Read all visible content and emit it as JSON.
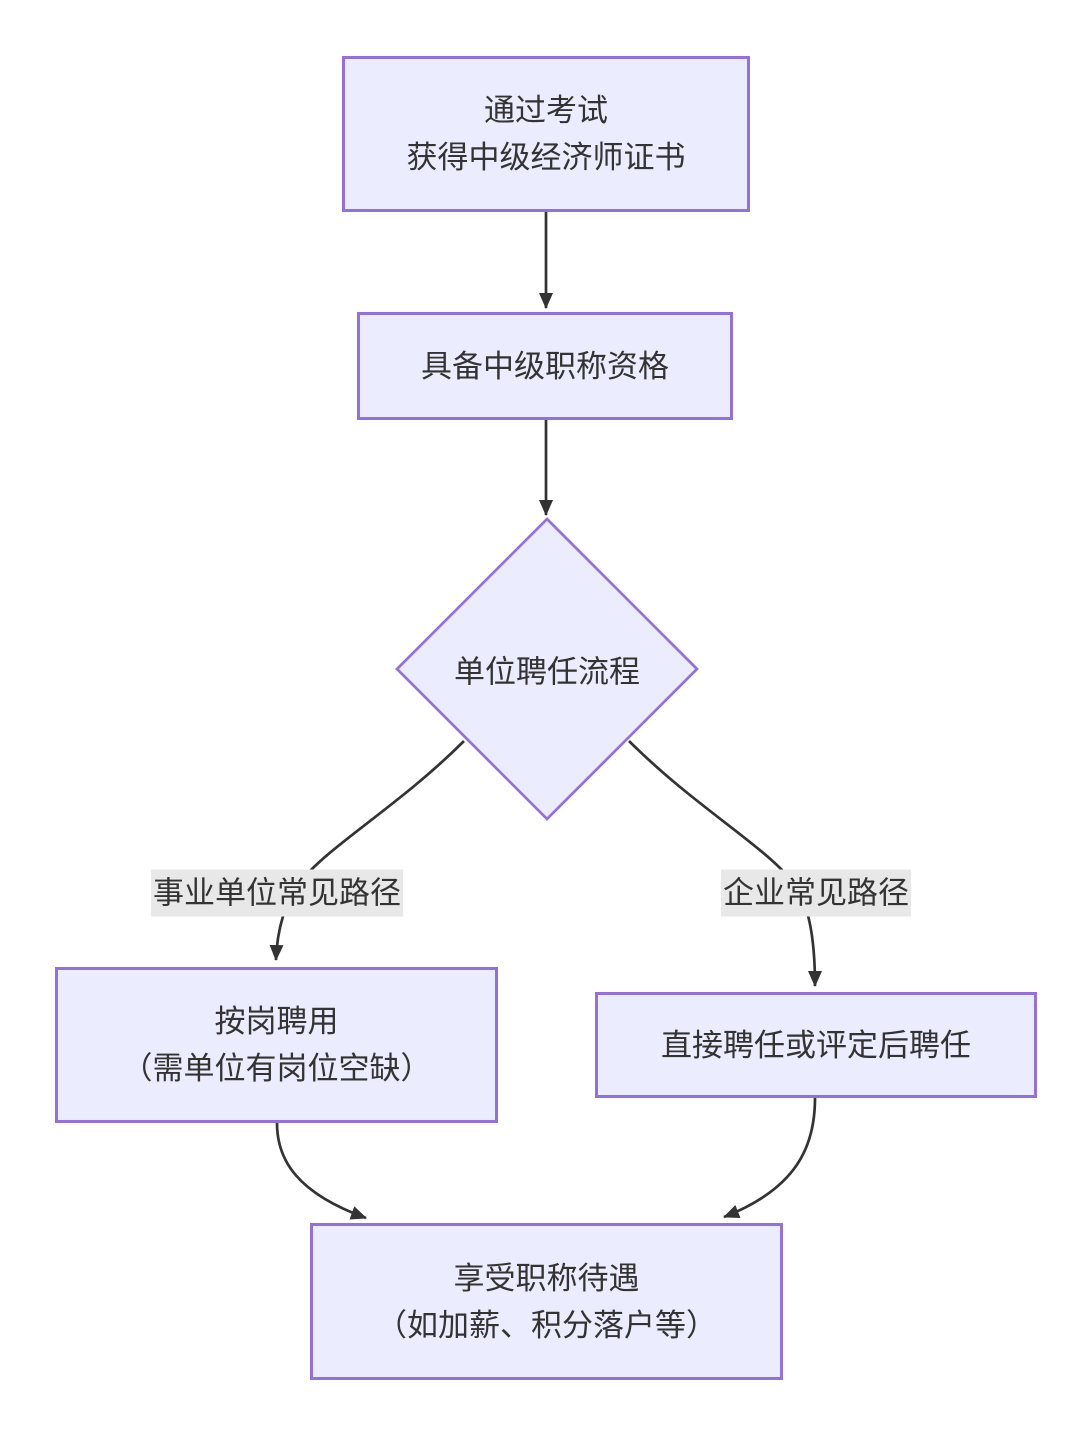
{
  "diagram": {
    "type": "flowchart",
    "background": "#ffffff",
    "colors": {
      "node_fill": "#ECECFF",
      "node_border": "#9370DB",
      "edge_line": "#333333",
      "edge_label_bg": "#e8e8e8",
      "text": "#333333"
    },
    "nodes": {
      "exam": {
        "shape": "rect",
        "lines": [
          "通过考试",
          "获得中级经济师证书"
        ]
      },
      "qualify": {
        "shape": "rect",
        "lines": [
          "具备中级职称资格"
        ]
      },
      "decision": {
        "shape": "diamond",
        "label": "单位聘任流程"
      },
      "public": {
        "shape": "rect",
        "lines": [
          "按岗聘用",
          "（需单位有岗位空缺）"
        ]
      },
      "enterprise": {
        "shape": "rect",
        "lines": [
          "直接聘任或评定后聘任"
        ]
      },
      "benefits": {
        "shape": "rect",
        "lines": [
          "享受职称待遇",
          "（如加薪、积分落户等）"
        ]
      }
    },
    "edge_labels": {
      "public": "事业单位常见路径",
      "enterprise": "企业常见路径"
    }
  }
}
